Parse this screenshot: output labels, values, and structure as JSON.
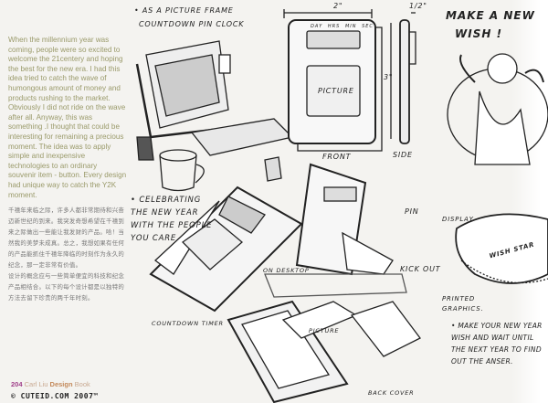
{
  "intro_en": "When the millennium year was coming, people were so excited to welcome the 21centery and hoping the best for the new era. I had this idea tried to catch the wave of humongous amount of money and products rushing to the market. Obviously I did not ride on the wave after all. Anyway, this was something .I thought that could be interesting for remaining a precious moment. The idea was to apply simple and inexpensive technologies to an ordinary souvenir item - button. Every design had unique way to catch the Y2K moment.",
  "intro_zh": [
    "千禧年来临之际，许多人都非常期待和兴奋迈新世纪的到来。我突发奇想希望在千禧到来之际做出一些能让我发财的产品。哈！当然我的美梦未成真。总之，我想如果有任何的产品能抓住千禧年降临的时刻作为永久的纪念，那一定非常有价值。",
    "设计的概念应与一些简单便宜的科技和纪念产品相结合。以下的每个设计都是以独特的方法去留下珍贵的两千年时刻。"
  ],
  "footer": {
    "page_number": "204",
    "author": "Carl Liu",
    "design": "Design",
    "book": "Book"
  },
  "watermark": "© CUTEID.COM 2007™",
  "sketch_labels": {
    "heading1_line1": "• As a picture frame",
    "heading1_line2": "countdown pin clock",
    "dim_width": "2\"",
    "dim_depth": "1/2\"",
    "dim_height": "3\"",
    "display_units": [
      "DAY",
      "HRS",
      "MIN",
      "SEC"
    ],
    "picture": "Picture",
    "front": "Front",
    "side": "Side",
    "heading2": "• Celebrating the new year with the people you care",
    "pin": "Pin",
    "on_desktop": "On desktop",
    "kick_out": "Kick out",
    "countdown_timer": "Countdown timer",
    "picture2": "Picture",
    "back_cover": "Back cover",
    "heading3_line1": "Make a new",
    "heading3_line2": "wish !",
    "display": "Display",
    "wish_star": "Wish star",
    "printed_graphics": "Printed graphics.",
    "note3": "• Make your new year wish and wait until the next year to find out the anser."
  }
}
